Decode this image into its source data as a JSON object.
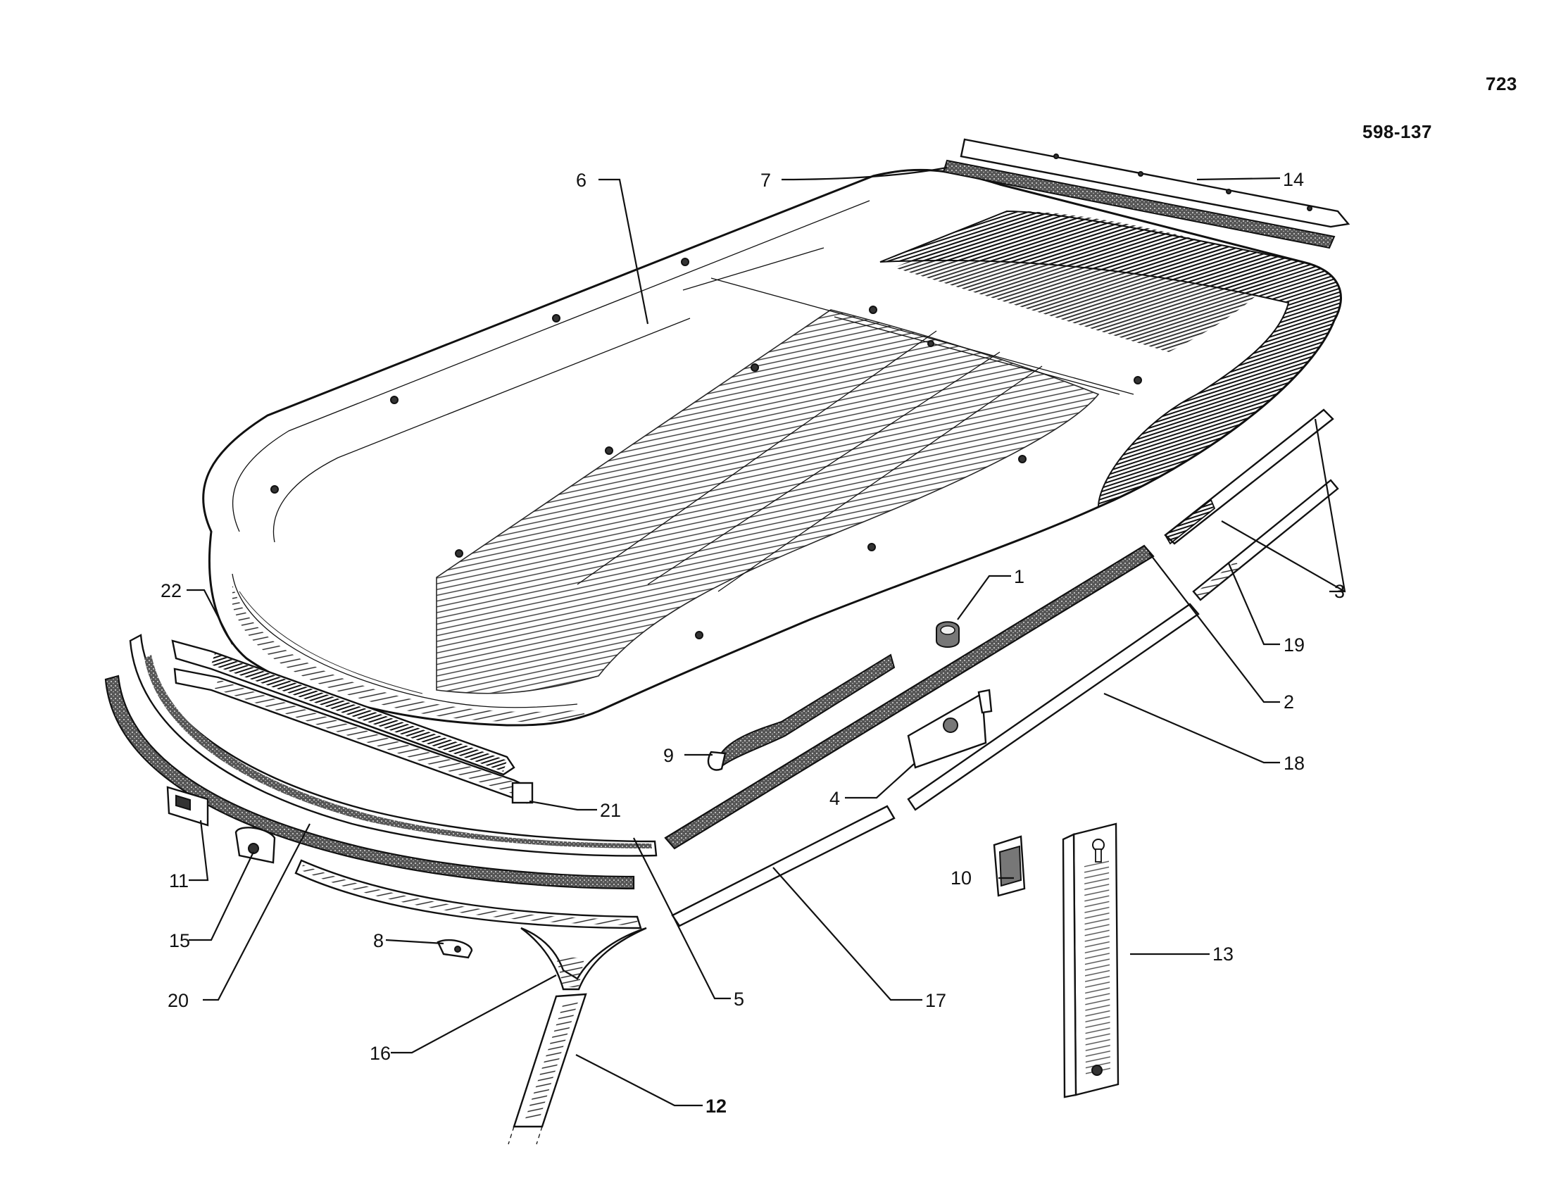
{
  "header": {
    "page_number": "723",
    "drawing_code": "598-137"
  },
  "callouts": [
    {
      "id": "1",
      "text": "1"
    },
    {
      "id": "2",
      "text": "2"
    },
    {
      "id": "3",
      "text": "3"
    },
    {
      "id": "4",
      "text": "4"
    },
    {
      "id": "5",
      "text": "5"
    },
    {
      "id": "6",
      "text": "6"
    },
    {
      "id": "7",
      "text": "7"
    },
    {
      "id": "8",
      "text": "8"
    },
    {
      "id": "9",
      "text": "9"
    },
    {
      "id": "10",
      "text": "10"
    },
    {
      "id": "11",
      "text": "11"
    },
    {
      "id": "12",
      "text": "12"
    },
    {
      "id": "13",
      "text": "13"
    },
    {
      "id": "14",
      "text": "14"
    },
    {
      "id": "15",
      "text": "15"
    },
    {
      "id": "16",
      "text": "16"
    },
    {
      "id": "17",
      "text": "17"
    },
    {
      "id": "18",
      "text": "18"
    },
    {
      "id": "19",
      "text": "19"
    },
    {
      "id": "20",
      "text": "20"
    },
    {
      "id": "21",
      "text": "21"
    },
    {
      "id": "22",
      "text": "22"
    }
  ]
}
